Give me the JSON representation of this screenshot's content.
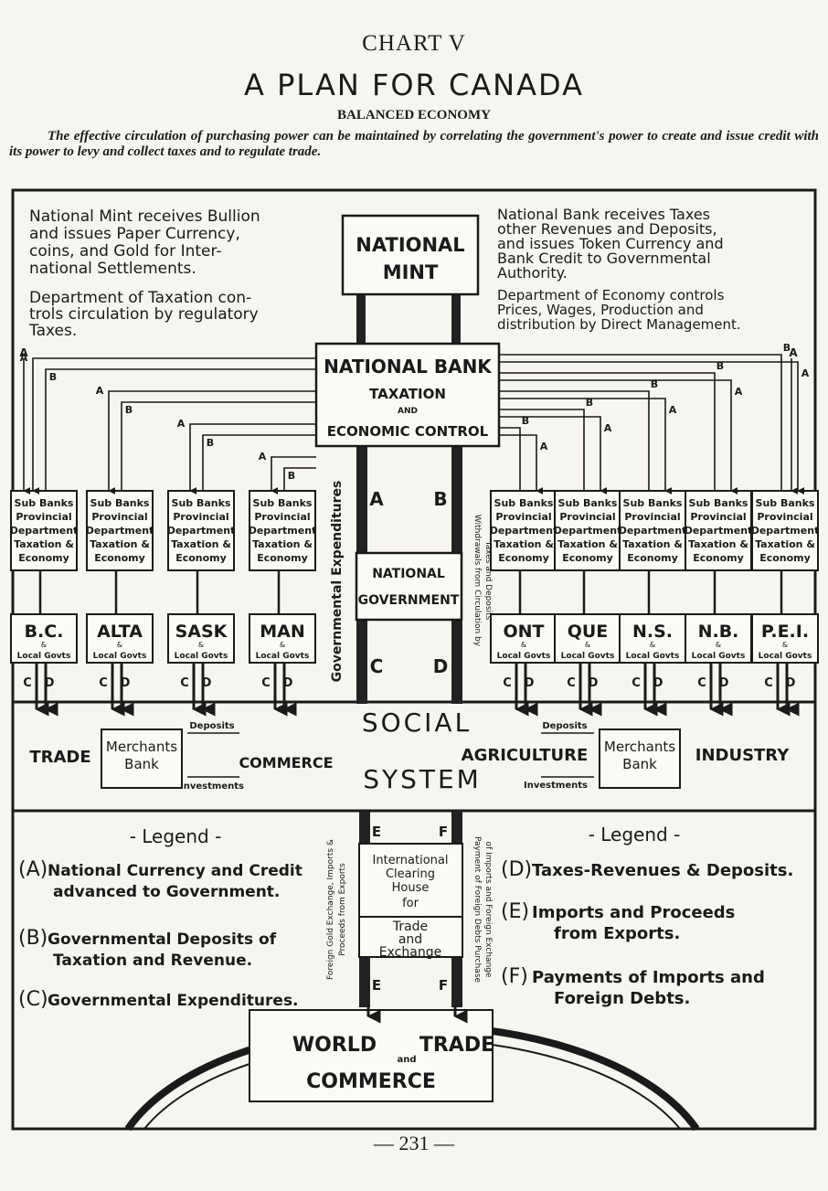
{
  "header": {
    "chart_number": "CHART V",
    "title": "A PLAN FOR CANADA",
    "subtitle": "BALANCED ECONOMY",
    "intro": "The effective circulation of purchasing power can be maintained by correlating the government's power to create and issue credit with its power to levy and collect taxes and to regulate trade."
  },
  "notes": {
    "mint_left": [
      "National Mint receives Bullion",
      "and issues Paper Currency,",
      "coins, and Gold for Inter-",
      "national Settlements."
    ],
    "taxation_left": [
      "Department of Taxation con-",
      "trols circulation by regulatory",
      "Taxes."
    ],
    "bank_right": [
      "National Bank receives Taxes",
      "other Revenues and Deposits,",
      "and issues Token Currency and",
      "Bank Credit to Governmental",
      "Authority."
    ],
    "economy_right": [
      "Department of Economy controls",
      "Prices, Wages, Production and",
      "distribution by Direct Management."
    ]
  },
  "boxes": {
    "mint": [
      "NATIONAL",
      "MINT"
    ],
    "bank": [
      "NATIONAL BANK",
      "TAXATION",
      "AND",
      "ECONOMIC CONTROL"
    ],
    "government": [
      "NATIONAL",
      "GOVERNMENT"
    ],
    "clearing_house": [
      "International",
      "Clearing",
      "House",
      "for",
      "Trade"
    ],
    "exchange": [
      "and",
      "Exchange"
    ],
    "world_trade": [
      "WORLD",
      "and",
      "TRADE",
      "COMMERCE"
    ]
  },
  "sub_bank_label": [
    "Sub Banks",
    "Provincial",
    "Department",
    "Taxation &",
    "Economy"
  ],
  "provinces": [
    {
      "name": "B.C."
    },
    {
      "name": "ALTA"
    },
    {
      "name": "SASK"
    },
    {
      "name": "MAN"
    },
    {
      "name": "ONT"
    },
    {
      "name": "QUE"
    },
    {
      "name": "N.S."
    },
    {
      "name": "N.B."
    },
    {
      "name": "P.E.I."
    }
  ],
  "local_govts": [
    "&",
    "Local Govts"
  ],
  "flow_letters": {
    "a": "A",
    "b": "B",
    "c": "C",
    "d": "D",
    "e": "E",
    "f": "F"
  },
  "vertical_labels": {
    "gov_expenditures": "Governmental Expenditures",
    "withdrawals": "Withdrawals from Circulation by",
    "taxes_deposits": "Taxes and Deposits",
    "foreign_gold_1": "Foreign Gold Exchange, Imports &",
    "foreign_gold_2": "Proceeds from Exports",
    "payment_1": "Payment of Foreign Debts Purchase",
    "payment_2": "of Imports and Foreign Exchange"
  },
  "social": {
    "social": "SOCIAL",
    "system": "SYSTEM",
    "trade": "TRADE",
    "commerce": "COMMERCE",
    "agriculture": "AGRICULTURE",
    "industry": "INDUSTRY",
    "merchants_bank": [
      "Merchants",
      "Bank"
    ],
    "deposits": "Deposits",
    "investments": "Investments"
  },
  "legend": {
    "title": "- Legend -",
    "items_left": [
      {
        "key": "(A)",
        "lines": [
          "National Currency and Credit",
          "advanced to Government."
        ]
      },
      {
        "key": "(B)",
        "lines": [
          "Governmental Deposits of",
          "Taxation and Revenue."
        ]
      },
      {
        "key": "(C)",
        "lines": [
          "Governmental Expenditures."
        ]
      }
    ],
    "items_right": [
      {
        "key": "(D)",
        "lines": [
          "Taxes-Revenues & Deposits."
        ]
      },
      {
        "key": "(E)",
        "lines": [
          "Imports and Proceeds",
          "from Exports."
        ]
      },
      {
        "key": "(F)",
        "lines": [
          "Payments of Imports and",
          "Foreign Debts."
        ]
      }
    ]
  },
  "footer": {
    "page_number": "— 231 —"
  }
}
